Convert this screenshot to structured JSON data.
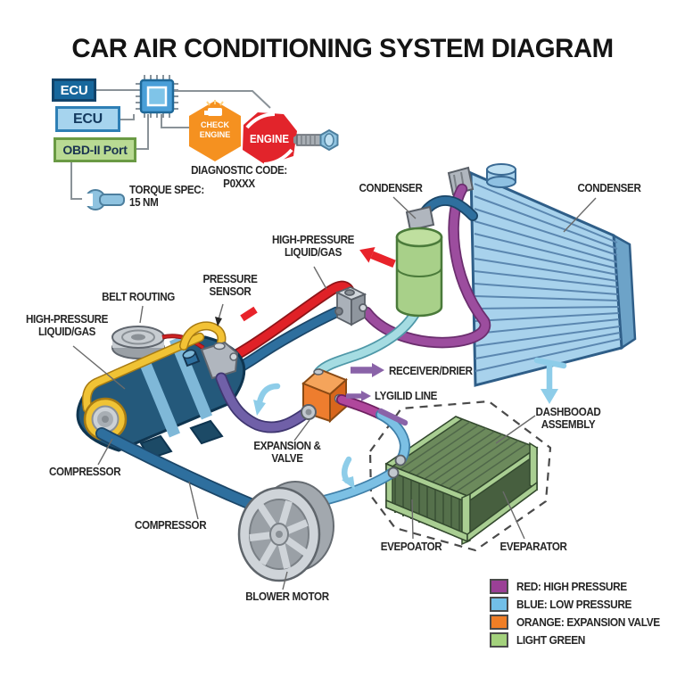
{
  "title": "CAR AIR CONDITIONING SYSTEM DIAGRAM",
  "control_module": {
    "ecu_primary": "ECU",
    "ecu_secondary": "ECU",
    "obd_port": "OBD-II Port",
    "check_engine": "CHECK\nENGINE",
    "engine_badge": "ENGINE",
    "diagnostic_label": "DIAGNOSTIC CODE:",
    "diagnostic_code": "P0XXX",
    "torque": "TORQUE SPEC:\n15 NM"
  },
  "component_labels": {
    "condenser_left": "CONDENSER",
    "condenser_right": "CONDENSER",
    "high_pressure_mid": "HIGH-PRESSURE\nLIQUID/GAS",
    "high_pressure_left": "HIGH-PRESSURE\nLIQUID/GAS",
    "pressure_sensor": "PRESSURE\nSENSOR",
    "belt_routing": "BELT ROUTING",
    "receiver_drier": "RECEIVER/DRIER",
    "liquid_line": "LYGILID LINE",
    "dashboard_assembly": "DASHBOOAD\nASSEMBLY",
    "expansion_valve": "EXPANSION &\nVALVE",
    "compressor_upper": "COMPRESSOR",
    "compressor_lower": "COMPRESSOR",
    "blower_motor": "BLOWER MOTOR",
    "evaporator_left": "EVEPOATOR",
    "evaporator_right": "EVEPARATOR"
  },
  "legend": {
    "items": [
      {
        "color": "#9b4096",
        "label": "RED: HIGH PRESSURE"
      },
      {
        "color": "#72bfe8",
        "label": "BLUE: LOW PRESSURE"
      },
      {
        "color": "#f07e26",
        "label": "ORANGE: EXPANSION VALVE"
      },
      {
        "color": "#a3d17c",
        "label": "LIGHT GREEN"
      }
    ]
  },
  "colors": {
    "high_pressure_tube": "#e02127",
    "low_pressure_tube": "#2e6f9e",
    "purple_tube": "#9c4d9e",
    "violet_tube": "#7060a8",
    "magenta_tube": "#b0479c",
    "cyan_tube": "#a5dce2",
    "light_blue_tube": "#7cc0e4",
    "belt_yellow": "#f0c335",
    "condenser_blue": "#a8d2ec",
    "receiver_green": "#a8d089",
    "valve_orange": "#ee7d2e",
    "evaporator_green": "#a9ce92",
    "arrow_light_blue": "#8ecde9",
    "check_engine_orange": "#f59120",
    "engine_red": "#e2242b"
  }
}
